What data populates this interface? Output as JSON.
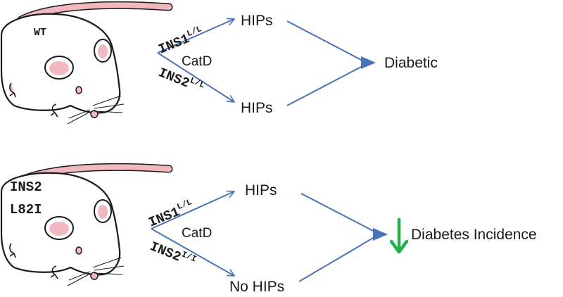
{
  "colors": {
    "arrow": "#4a72b8",
    "down_arrow": "#22b04a",
    "mouse_outline": "#1a1a1a",
    "mouse_pink": "#f2b8bf",
    "text": "#1a1a1a"
  },
  "panels": [
    {
      "mouse_label_lines": [
        "WT"
      ],
      "gene_top": {
        "name": "INS1",
        "sup": "L/L"
      },
      "gene_bottom": {
        "name": "INS2",
        "sup": "L/L"
      },
      "catalyst": "CatD",
      "product_top": "HIPs",
      "product_bottom": "HIPs",
      "outcome": "Diabetic",
      "outcome_icon": ""
    },
    {
      "mouse_label_lines": [
        "INS2",
        "L82I"
      ],
      "gene_top": {
        "name": "INS1",
        "sup": "L/L"
      },
      "gene_bottom": {
        "name": "INS2",
        "sup": "I/I"
      },
      "catalyst": "CatD",
      "product_top": "HIPs",
      "product_bottom": "No HIPs",
      "outcome": "Diabetes Incidence",
      "outcome_icon": "green-down-arrow"
    }
  ]
}
